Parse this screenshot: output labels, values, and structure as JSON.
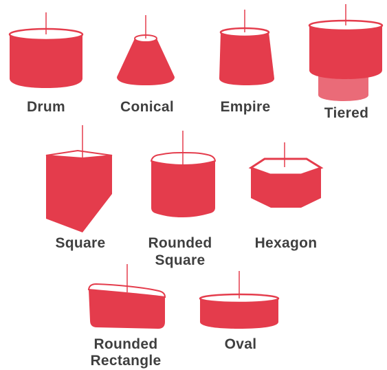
{
  "colors": {
    "shade": "#e43c4c",
    "shade_light": "#ea6b78",
    "top_rim": "#ffffff",
    "label": "#3f3f3f"
  },
  "shades": [
    {
      "id": "drum",
      "label": "Drum"
    },
    {
      "id": "conical",
      "label": "Conical"
    },
    {
      "id": "empire",
      "label": "Empire"
    },
    {
      "id": "tiered",
      "label": "Tiered"
    },
    {
      "id": "square",
      "label": "Square"
    },
    {
      "id": "rounded-square",
      "label_line1": "Rounded",
      "label_line2": "Square"
    },
    {
      "id": "hexagon",
      "label": "Hexagon"
    },
    {
      "id": "rounded-rectangle",
      "label_line1": "Rounded",
      "label_line2": "Rectangle"
    },
    {
      "id": "oval",
      "label": "Oval"
    }
  ]
}
